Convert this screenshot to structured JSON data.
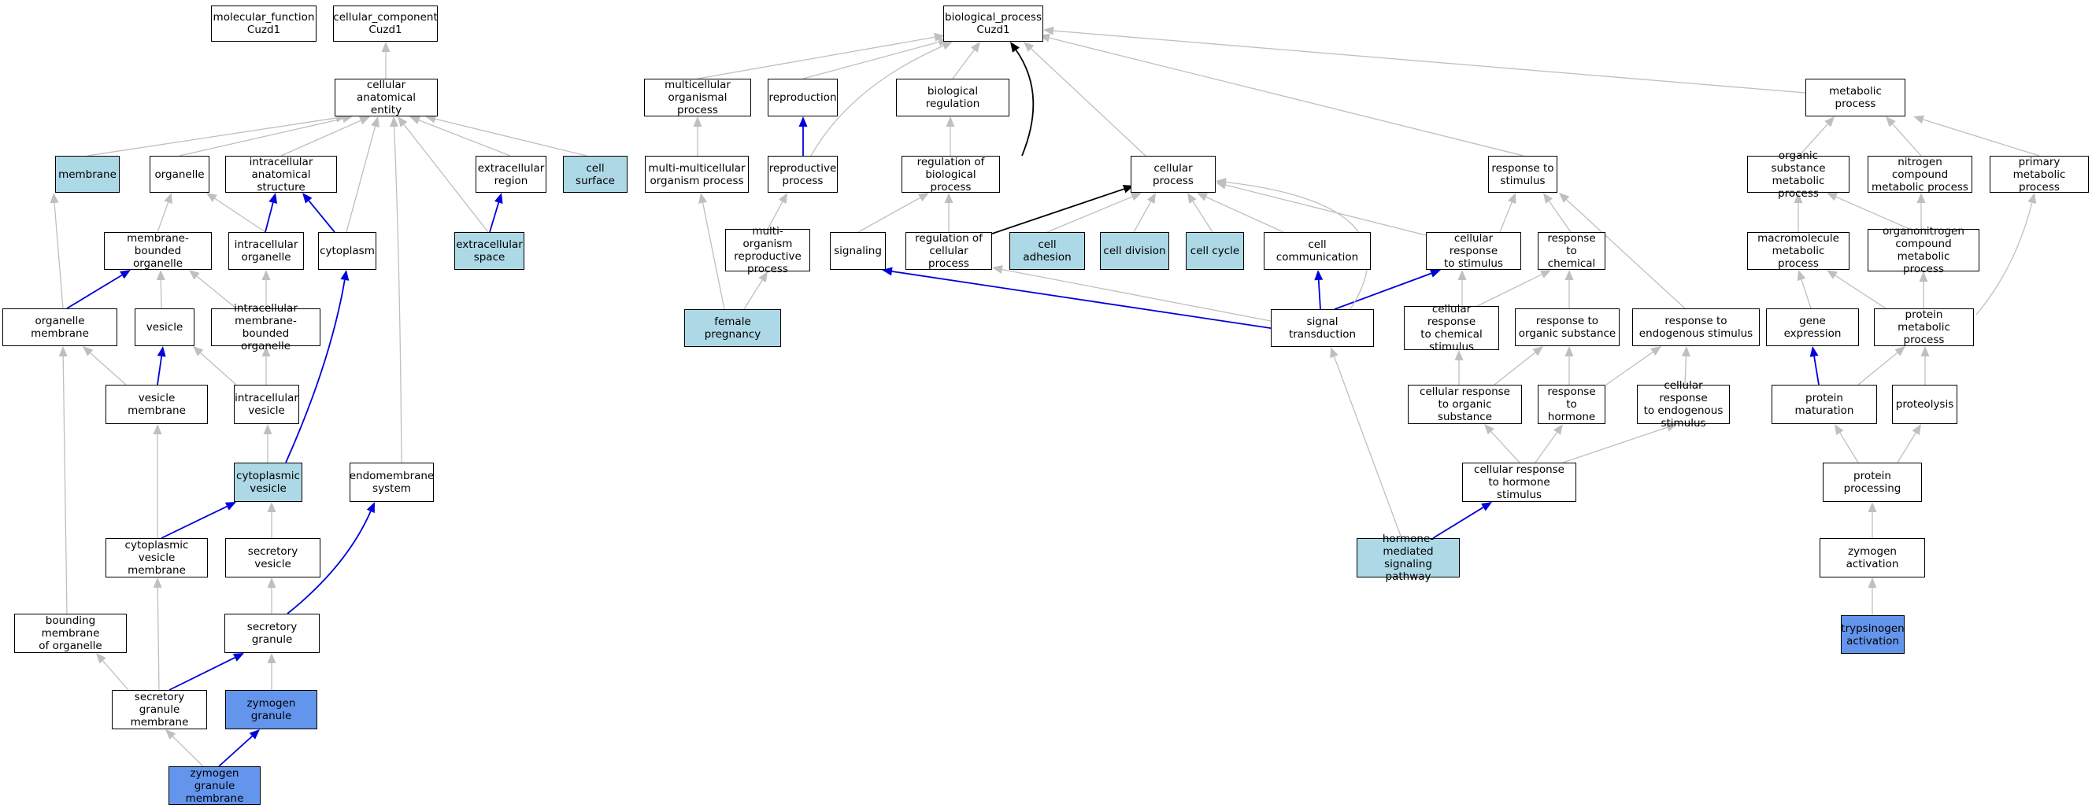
{
  "colors": {
    "plain": "#ffffff",
    "highlighted": "#add8e6",
    "annotated": "#6495ed",
    "gray_edge": "#bfbfbf",
    "blue_edge": "#0000dd",
    "black_edge": "#000000"
  },
  "nodes": {
    "mf": "molecular_function\nCuzd1",
    "cc": "cellular_component\nCuzd1",
    "bp": "biological_process\nCuzd1",
    "cae": "cellular anatomical\nentity",
    "membrane": "membrane",
    "organelle": "organelle",
    "ias": "intracellular\nanatomical structure",
    "extreg": "extracellular\nregion",
    "cellsurf": "cell surface",
    "mbo": "membrane-bounded\norganelle",
    "intorg": "intracellular\norganelle",
    "cytoplasm": "cytoplasm",
    "extspace": "extracellular\nspace",
    "orgmem": "organelle membrane",
    "vesicle": "vesicle",
    "imbo": "intracellular\nmembrane-bounded\norganelle",
    "vesmem": "vesicle membrane",
    "intves": "intracellular\nvesicle",
    "cytves": "cytoplasmic\nvesicle",
    "endomem": "endomembrane\nsystem",
    "cvm": "cytoplasmic\nvesicle membrane",
    "secves": "secretory vesicle",
    "bmo": "bounding membrane\nof organelle",
    "secgran": "secretory granule",
    "sgm": "secretory granule\nmembrane",
    "zymgran": "zymogen granule",
    "zgm": "zymogen granule\nmembrane",
    "mop": "multicellular\norganismal process",
    "repro": "reproduction",
    "biolreg": "biological regulation",
    "mmop": "multi-multicellular\norganism process",
    "reprop": "reproductive\nprocess",
    "regbp": "regulation of\nbiological process",
    "cellproc": "cellular process",
    "morp": "multi-organism\nreproductive\nprocess",
    "signaling": "signaling",
    "regcp": "regulation of\ncellular process",
    "celladh": "cell adhesion",
    "celldiv": "cell division",
    "cellcycle": "cell cycle",
    "cellcomm": "cell communication",
    "fempreg": "female pregnancy",
    "sigtrans": "signal transduction",
    "hmsp": "hormone-mediated\nsignaling pathway",
    "rts": "response to\nstimulus",
    "crts": "cellular response\nto stimulus",
    "rtc": "response to\nchemical",
    "crcs": "cellular response\nto chemical\nstimulus",
    "rtos": "response to\norganic substance",
    "rtes": "response to\nendogenous stimulus",
    "cros": "cellular response\nto organic substance",
    "rth": "response to\nhormone",
    "cres": "cellular response\nto endogenous\nstimulus",
    "crhs": "cellular response\nto hormone stimulus",
    "metab": "metabolic process",
    "osmp": "organic substance\nmetabolic process",
    "ncmp": "nitrogen compound\nmetabolic process",
    "pmp": "primary metabolic\nprocess",
    "mmp": "macromolecule\nmetabolic process",
    "ocmp": "organonitrogen\ncompound metabolic\nprocess",
    "geneexp": "gene expression",
    "protmet": "protein metabolic\nprocess",
    "protmat": "protein maturation",
    "proteolysis": "proteolysis",
    "protproc": "protein processing",
    "zymact": "zymogen activation",
    "trypact": "trypsinogen\nactivation"
  }
}
